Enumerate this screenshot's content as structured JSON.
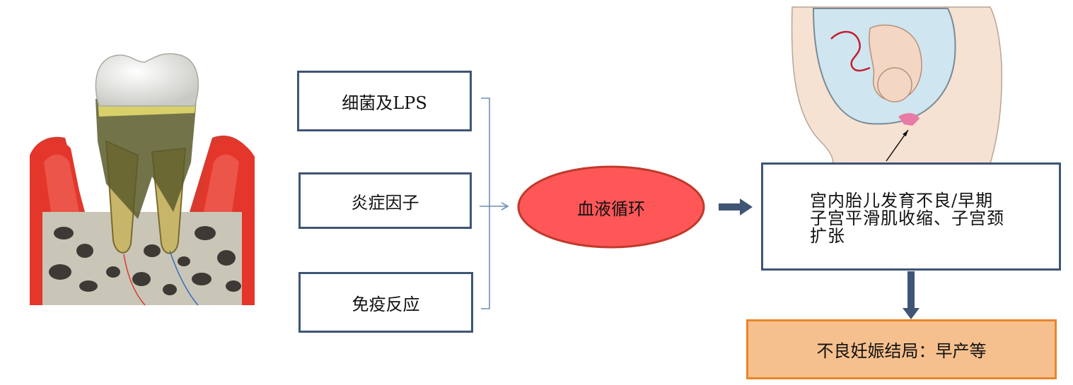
{
  "factors": [
    {
      "label": "细菌及LPS"
    },
    {
      "label": "炎症因子"
    },
    {
      "label": "免疫反应"
    }
  ],
  "center": {
    "label": "血液循环"
  },
  "outcome_box": {
    "lines": [
      "宫内胎儿发育不良/早期",
      "子宫平滑肌收缩、子宫颈",
      "扩张"
    ]
  },
  "final_box": {
    "label": "不良妊娠结局：早产等"
  },
  "colors": {
    "box_border": "#3f5575",
    "ellipse_fill": "#ff5757",
    "ellipse_border": "#c0392b",
    "arrow": "#3f5575",
    "final_fill": "#f6c08e",
    "final_border": "#e8862a"
  },
  "illustrations": {
    "left": "periodontitis-tooth-illustration",
    "right": "pregnant-uterus-fetus-illustration"
  }
}
